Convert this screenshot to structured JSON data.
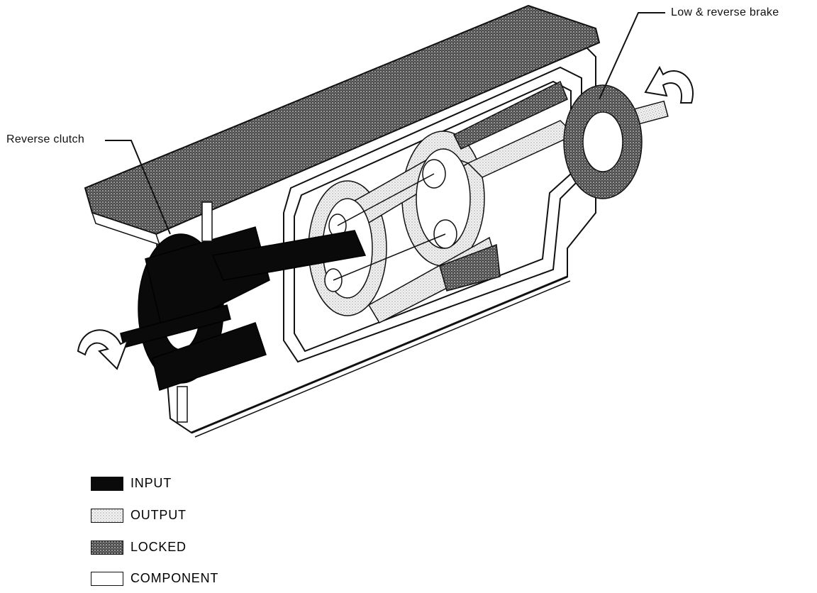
{
  "callouts": {
    "reverse_clutch": "Reverse clutch",
    "low_reverse_brake": "Low & reverse brake"
  },
  "legend": {
    "items": [
      {
        "label": "INPUT",
        "pattern": "solid-black"
      },
      {
        "label": "OUTPUT",
        "pattern": "light-stipple"
      },
      {
        "label": "LOCKED",
        "pattern": "dark-stipple"
      },
      {
        "label": "COMPONENT",
        "pattern": "plain-white"
      }
    ]
  },
  "colors": {
    "input": "#0a0a0a",
    "output": "#d9d9d9",
    "locked": "#5a5a5a",
    "component": "#ffffff",
    "line": "#111111"
  },
  "icons": {
    "input_rotation": "curved-arrow-icon",
    "output_rotation": "curved-arrow-icon"
  }
}
